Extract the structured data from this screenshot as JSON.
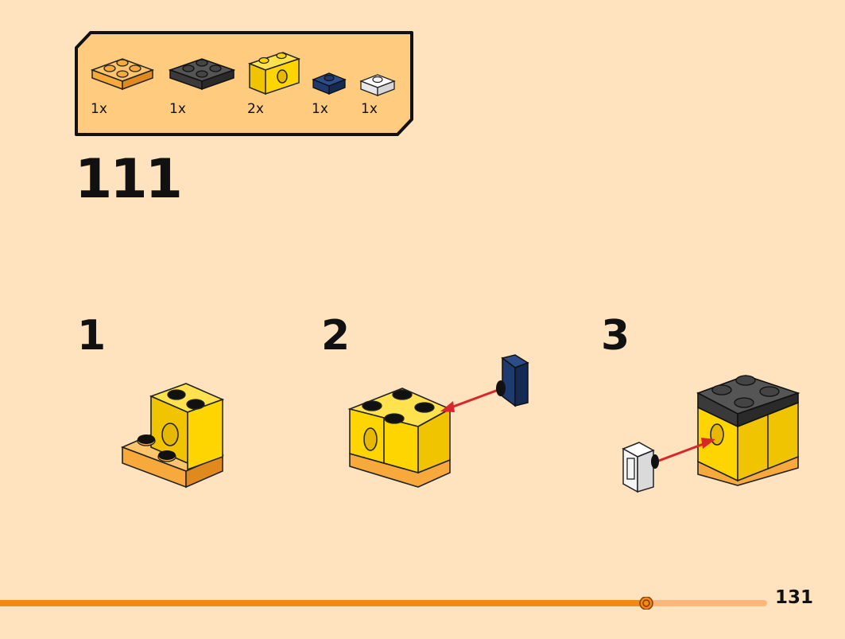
{
  "parts": [
    {
      "name": "orange-plate-2x2",
      "qty": "1x",
      "color": "#F7A93B"
    },
    {
      "name": "black-plate-2x2",
      "qty": "1x",
      "color": "#3A3A3A"
    },
    {
      "name": "yellow-brick-technic-1x2",
      "qty": "2x",
      "color": "#FFD500"
    },
    {
      "name": "navy-plate-1x1",
      "qty": "1x",
      "color": "#1E3A6E"
    },
    {
      "name": "white-plate-1x1",
      "qty": "1x",
      "color": "#F4F4F4"
    }
  ],
  "step": "111",
  "substeps": [
    {
      "number": "1"
    },
    {
      "number": "2"
    },
    {
      "number": "3"
    }
  ],
  "page": {
    "number": "131",
    "progress": 0.85
  },
  "colors": {
    "background": "#FFE2BE",
    "panel": "#FFCC7F",
    "accent": "#F08A14",
    "arrow": "#D9262B"
  }
}
